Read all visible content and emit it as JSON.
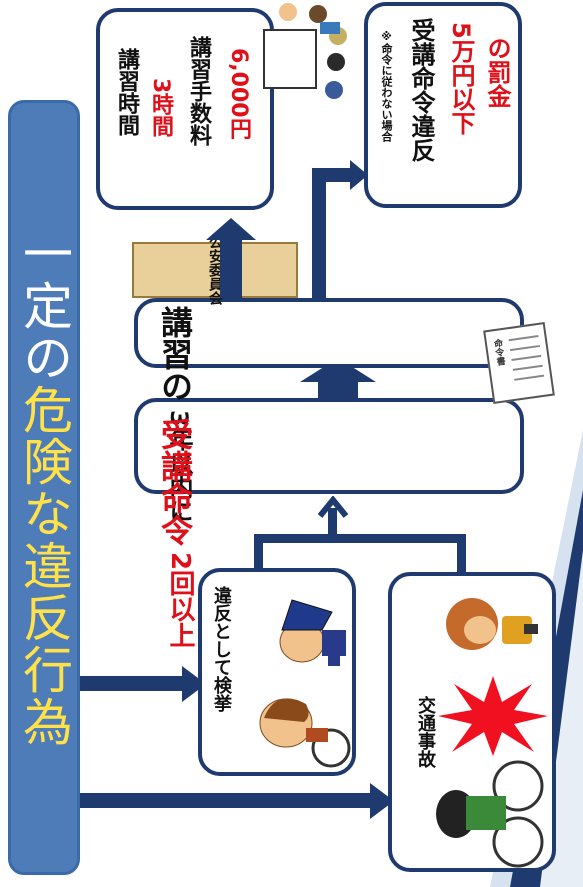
{
  "diagram": {
    "title": {
      "prefix": "一定の",
      "highlight": "危険な違反行為"
    },
    "arrest_box": {
      "label": "違反として検挙"
    },
    "accident_box": {
      "label": "交通事故"
    },
    "count_box": {
      "part1": "3年以内に",
      "part2": "2回以上"
    },
    "order_box": {
      "part1": "講習の",
      "part2": "受講命令"
    },
    "commission_label": "公安委員会",
    "order_doc_label": "命令書",
    "lecture_box": {
      "line1": "講習時間",
      "line2": "3時間",
      "line3": "講習手数料",
      "line4": "6,000円"
    },
    "penalty_box": {
      "note": "※命令に従わない場合",
      "line1": "受講命令違反",
      "line2": "5万円以下",
      "line3": "の罰金"
    }
  },
  "colors": {
    "navy": "#1f3a6e",
    "red": "#e0101a",
    "tan": "#e9d09b"
  }
}
